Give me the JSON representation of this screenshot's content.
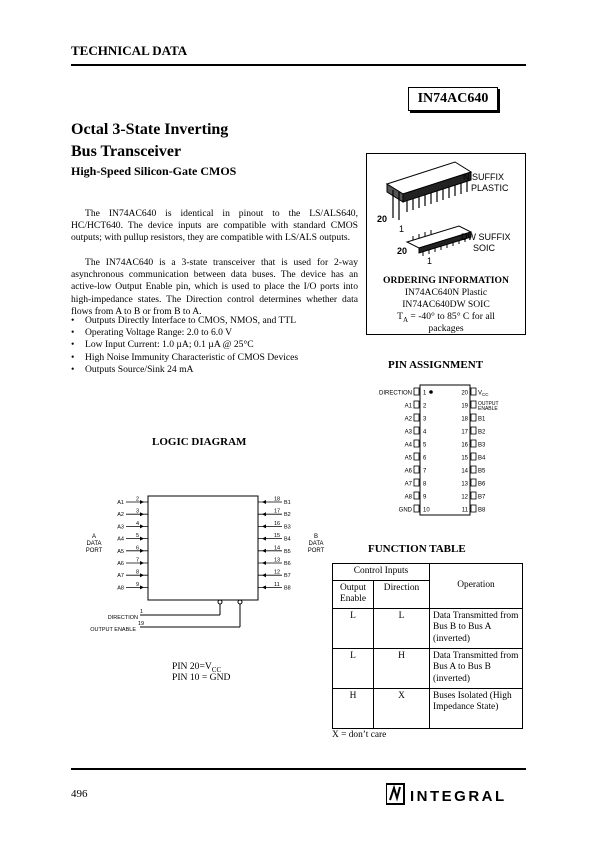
{
  "header": {
    "section": "TECHNICAL DATA",
    "part_number": "IN74AC640"
  },
  "title": {
    "line1": "Octal 3-State Inverting",
    "line2": "Bus Transceiver",
    "subtitle": "High-Speed Silicon-Gate CMOS"
  },
  "description": {
    "p1": "The IN74AC640 is identical in pinout to the LS/ALS640, HC/HCT640. The device inputs are compatible with standard CMOS outputs; with pullup resistors, they are compatible with LS/ALS outputs.",
    "p2": "The IN74AC640 is a 3-state transceiver that is used for 2-way asynchronous communication between data buses. The device has an active-low Output Enable pin, which is used to place the I/O ports into high-impedance states. The Direction control determines whether data flows from A to B or from B to A."
  },
  "features": [
    "Outputs Directly Interface to CMOS, NMOS, and TTL",
    "Operating Voltage Range: 2.0 to 6.0 V",
    "Low Input Current: 1.0 µA; 0.1 µA @ 25°C",
    "High Noise Immunity Characteristic of CMOS Devices",
    "Outputs Source/Sink 24 mA"
  ],
  "packages": {
    "n_suffix_line1": "N SUFFIX",
    "n_suffix_line2": "PLASTIC",
    "dw_suffix_line1": "DW SUFFIX",
    "dw_suffix_line2": "SOIC",
    "pin20": "20",
    "pin1": "1"
  },
  "ordering": {
    "heading": "ORDERING INFORMATION",
    "line1": "IN74AC640N Plastic",
    "line2": "IN74AC640DW SOIC",
    "temp_prefix": "T",
    "temp_sub": "A",
    "temp_rest": " = -40° to 85° C for all",
    "line4": "packages"
  },
  "pin_assignment": {
    "heading": "PIN ASSIGNMENT",
    "left": [
      "DIRECTION",
      "A1",
      "A2",
      "A3",
      "A4",
      "A5",
      "A6",
      "A7",
      "A8",
      "GND"
    ],
    "left_nums": [
      "1",
      "2",
      "3",
      "4",
      "5",
      "6",
      "7",
      "8",
      "9",
      "10"
    ],
    "right": [
      "VCC",
      "OUTPUT ENABLE",
      "B1",
      "B2",
      "B3",
      "B4",
      "B5",
      "B6",
      "B7",
      "B8"
    ],
    "right_nums": [
      "20",
      "19",
      "18",
      "17",
      "16",
      "15",
      "14",
      "13",
      "12",
      "11"
    ]
  },
  "logic_diagram": {
    "heading": "LOGIC DIAGRAM",
    "a_labels": [
      "A1",
      "A2",
      "A3",
      "A4",
      "A5",
      "A6",
      "A7",
      "A8"
    ],
    "a_pins": [
      "2",
      "3",
      "4",
      "5",
      "6",
      "7",
      "8",
      "9"
    ],
    "b_labels": [
      "B1",
      "B2",
      "B3",
      "B4",
      "B5",
      "B6",
      "B7",
      "B8"
    ],
    "b_pins": [
      "18",
      "17",
      "16",
      "15",
      "14",
      "13",
      "12",
      "11"
    ],
    "a_port": [
      "A",
      "DATA",
      "PORT"
    ],
    "b_port": [
      "B",
      "DATA",
      "PORT"
    ],
    "direction_label": "DIRECTION",
    "direction_pin": "1",
    "oe_label": "OUTPUT ENABLE",
    "oe_pin": "19",
    "pin20_prefix": "PIN 20=V",
    "pin20_sub": "CC",
    "pin10": "PIN 10 = GND"
  },
  "function_table": {
    "heading": "FUNCTION TABLE",
    "group_header": "Control Inputs",
    "col_oe": "Output Enable",
    "col_dir": "Direction",
    "col_op": "Operation",
    "rows": [
      {
        "oe": "L",
        "dir": "L",
        "op": "Data Transmitted from Bus B to Bus A (inverted)"
      },
      {
        "oe": "L",
        "dir": "H",
        "op": "Data Transmitted from Bus A to Bus B (inverted)"
      },
      {
        "oe": "H",
        "dir": "X",
        "op": "Buses Isolated (High Impedance State)"
      }
    ],
    "note": "X = don’t care"
  },
  "footer": {
    "page": "496",
    "brand": "INTEGRAL"
  }
}
